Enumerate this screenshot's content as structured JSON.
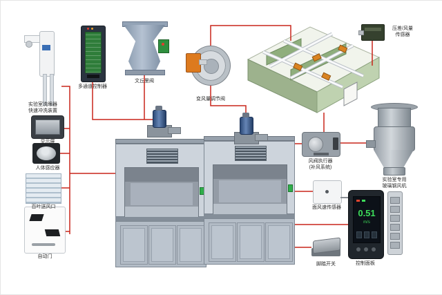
{
  "palette": {
    "line_red": "#c9251a",
    "screen_green": "#3ddc5a",
    "wall_green": "#a9bf99",
    "actuator_orange": "#d98321"
  },
  "labels": {
    "eyewash": "实验室洗眼器\n快速冲洗装置",
    "controller": "多通道控制器",
    "venturi_valve": "文丘里阀",
    "vav_damper": "变风量调节阀",
    "airflow_sensor": "压差/风量\n传感器",
    "actuator": "风阀执行器\n(补风系统)",
    "exhaust_fan": "实验室专用\n玻璃钢风机",
    "display": "显示屏",
    "presence_sensor": "人体感应器",
    "air_grille": "百叶送风口",
    "auto_door": "自动门",
    "face_velocity_sensor": "面风速传感器",
    "control_panel": "控制面板",
    "foot_switch": "脚踏开关"
  },
  "touchscreen": {
    "value": "0.51",
    "unit": "m/s"
  }
}
